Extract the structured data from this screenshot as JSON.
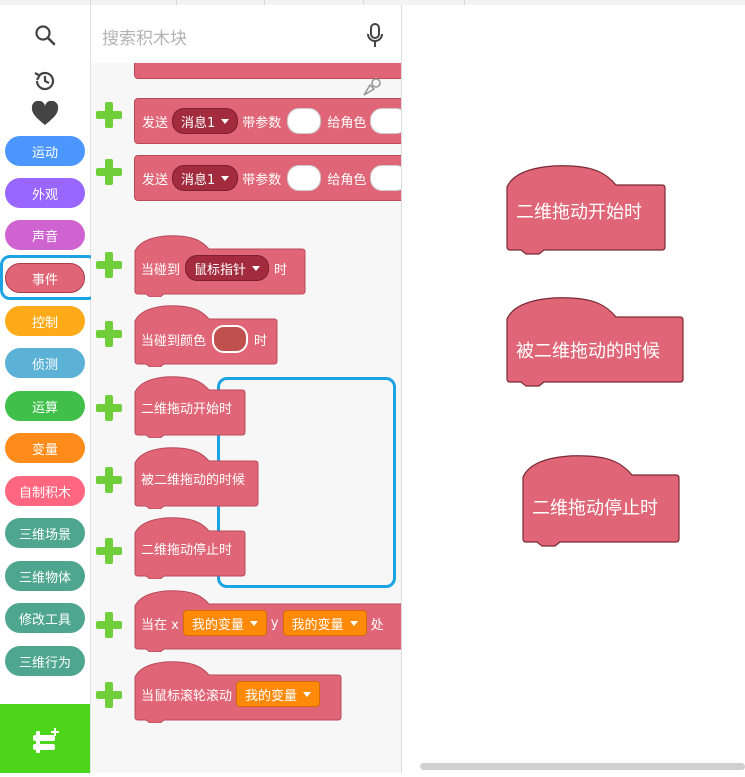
{
  "search": {
    "placeholder": "搜索积木块"
  },
  "categories": [
    {
      "label": "运动",
      "color": "#4c97ff"
    },
    {
      "label": "外观",
      "color": "#9966ff"
    },
    {
      "label": "声音",
      "color": "#cf63cf"
    },
    {
      "label": "事件",
      "color": "#e06677"
    },
    {
      "label": "控制",
      "color": "#ffab19"
    },
    {
      "label": "侦测",
      "color": "#5cb1d6"
    },
    {
      "label": "运算",
      "color": "#40bf4a"
    },
    {
      "label": "变量",
      "color": "#ff8c1a"
    },
    {
      "label": "自制积木",
      "color": "#ff6680"
    },
    {
      "label": "三维场景",
      "color": "#4fa68f"
    },
    {
      "label": "三维物体",
      "color": "#4fa68f"
    },
    {
      "label": "修改工具",
      "color": "#4fa68f"
    },
    {
      "label": "三维行为",
      "color": "#4fa68f"
    }
  ],
  "selected_category": "事件",
  "blocks": {
    "send1": {
      "prefix": "发送",
      "msg": "消息1",
      "mid": "带参数",
      "suffix": "给角色"
    },
    "send2": {
      "prefix": "发送",
      "msg": "消息1",
      "mid": "带参数",
      "suffix": "给角色"
    },
    "touch": {
      "prefix": "当碰到",
      "target": "鼠标指针",
      "suffix": "时"
    },
    "touch_color": {
      "prefix": "当碰到颜色",
      "suffix": "时",
      "color": "#c0504d"
    },
    "drag_start": "二维拖动开始时",
    "being_dragged": "被二维拖动的时候",
    "drag_stop": "二维拖动停止时",
    "when_xy": {
      "prefix": "当在 x",
      "var1": "我的变量",
      "mid": "y",
      "var2": "我的变量",
      "tail": "处"
    },
    "wheel": {
      "prefix": "当鼠标滚轮滚动",
      "var": "我的变量"
    }
  },
  "canvas": {
    "blocks": [
      "二维拖动开始时",
      "被二维拖动的时候",
      "二维拖动停止时"
    ]
  },
  "colors": {
    "event": "#e06677",
    "highlight": "#1ba3e4",
    "plus": "#6fce3a",
    "extension": "#4cd51b"
  }
}
